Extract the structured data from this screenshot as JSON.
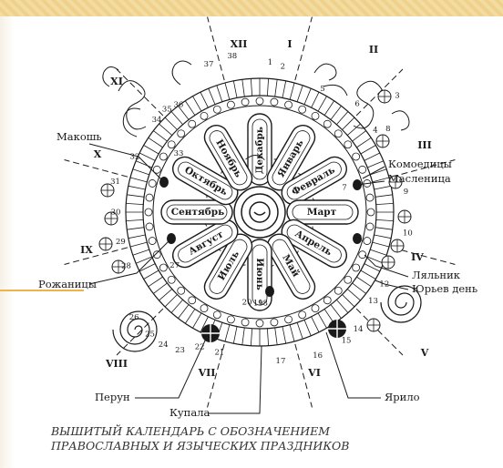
{
  "months_roman": [
    "XII",
    "I",
    "II",
    "III",
    "IV",
    "V",
    "VI",
    "VII",
    "VIII",
    "IX",
    "X",
    "XI"
  ],
  "month_names": [
    "Декабрь",
    "Январь",
    "Февраль",
    "Март",
    "Апрель",
    "Май",
    "Июнь",
    "Июль",
    "Август",
    "Сентябрь",
    "Октябрь",
    "Ноябрь"
  ],
  "day_numbers": [
    "1",
    "2",
    "3",
    "4",
    "5",
    "6",
    "7",
    "8",
    "9",
    "10",
    "11",
    "12",
    "13",
    "14",
    "15",
    "16",
    "17",
    "18",
    "19",
    "20",
    "21",
    "22",
    "23",
    "24",
    "25",
    "26",
    "27",
    "28",
    "29",
    "30",
    "31",
    "32",
    "33",
    "34",
    "35",
    "36",
    "37",
    "38"
  ],
  "holidays": {
    "makosh": "Макошь",
    "komoedicy": "Комоедицы",
    "maslenica": "Масленица",
    "lyalnik": "Ляльник",
    "yuriev_den": "Юрьев день",
    "rozhanicy": "Рожаницы",
    "perun": "Перун",
    "kupala": "Купала",
    "yarilo": "Ярило"
  },
  "caption": {
    "line1": "ВЫШИТЫЙ КАЛЕНДАРЬ С ОБОЗНАЧЕНИЕМ",
    "line2": "ПРАВОСЛАВНЫХ И ЯЗЫЧЕСКИХ ПРАЗДНИКОВ"
  },
  "colors": {
    "ink": "#1a1a1a",
    "top_bar": "#f0d596",
    "accent_line": "#f0b24b"
  }
}
